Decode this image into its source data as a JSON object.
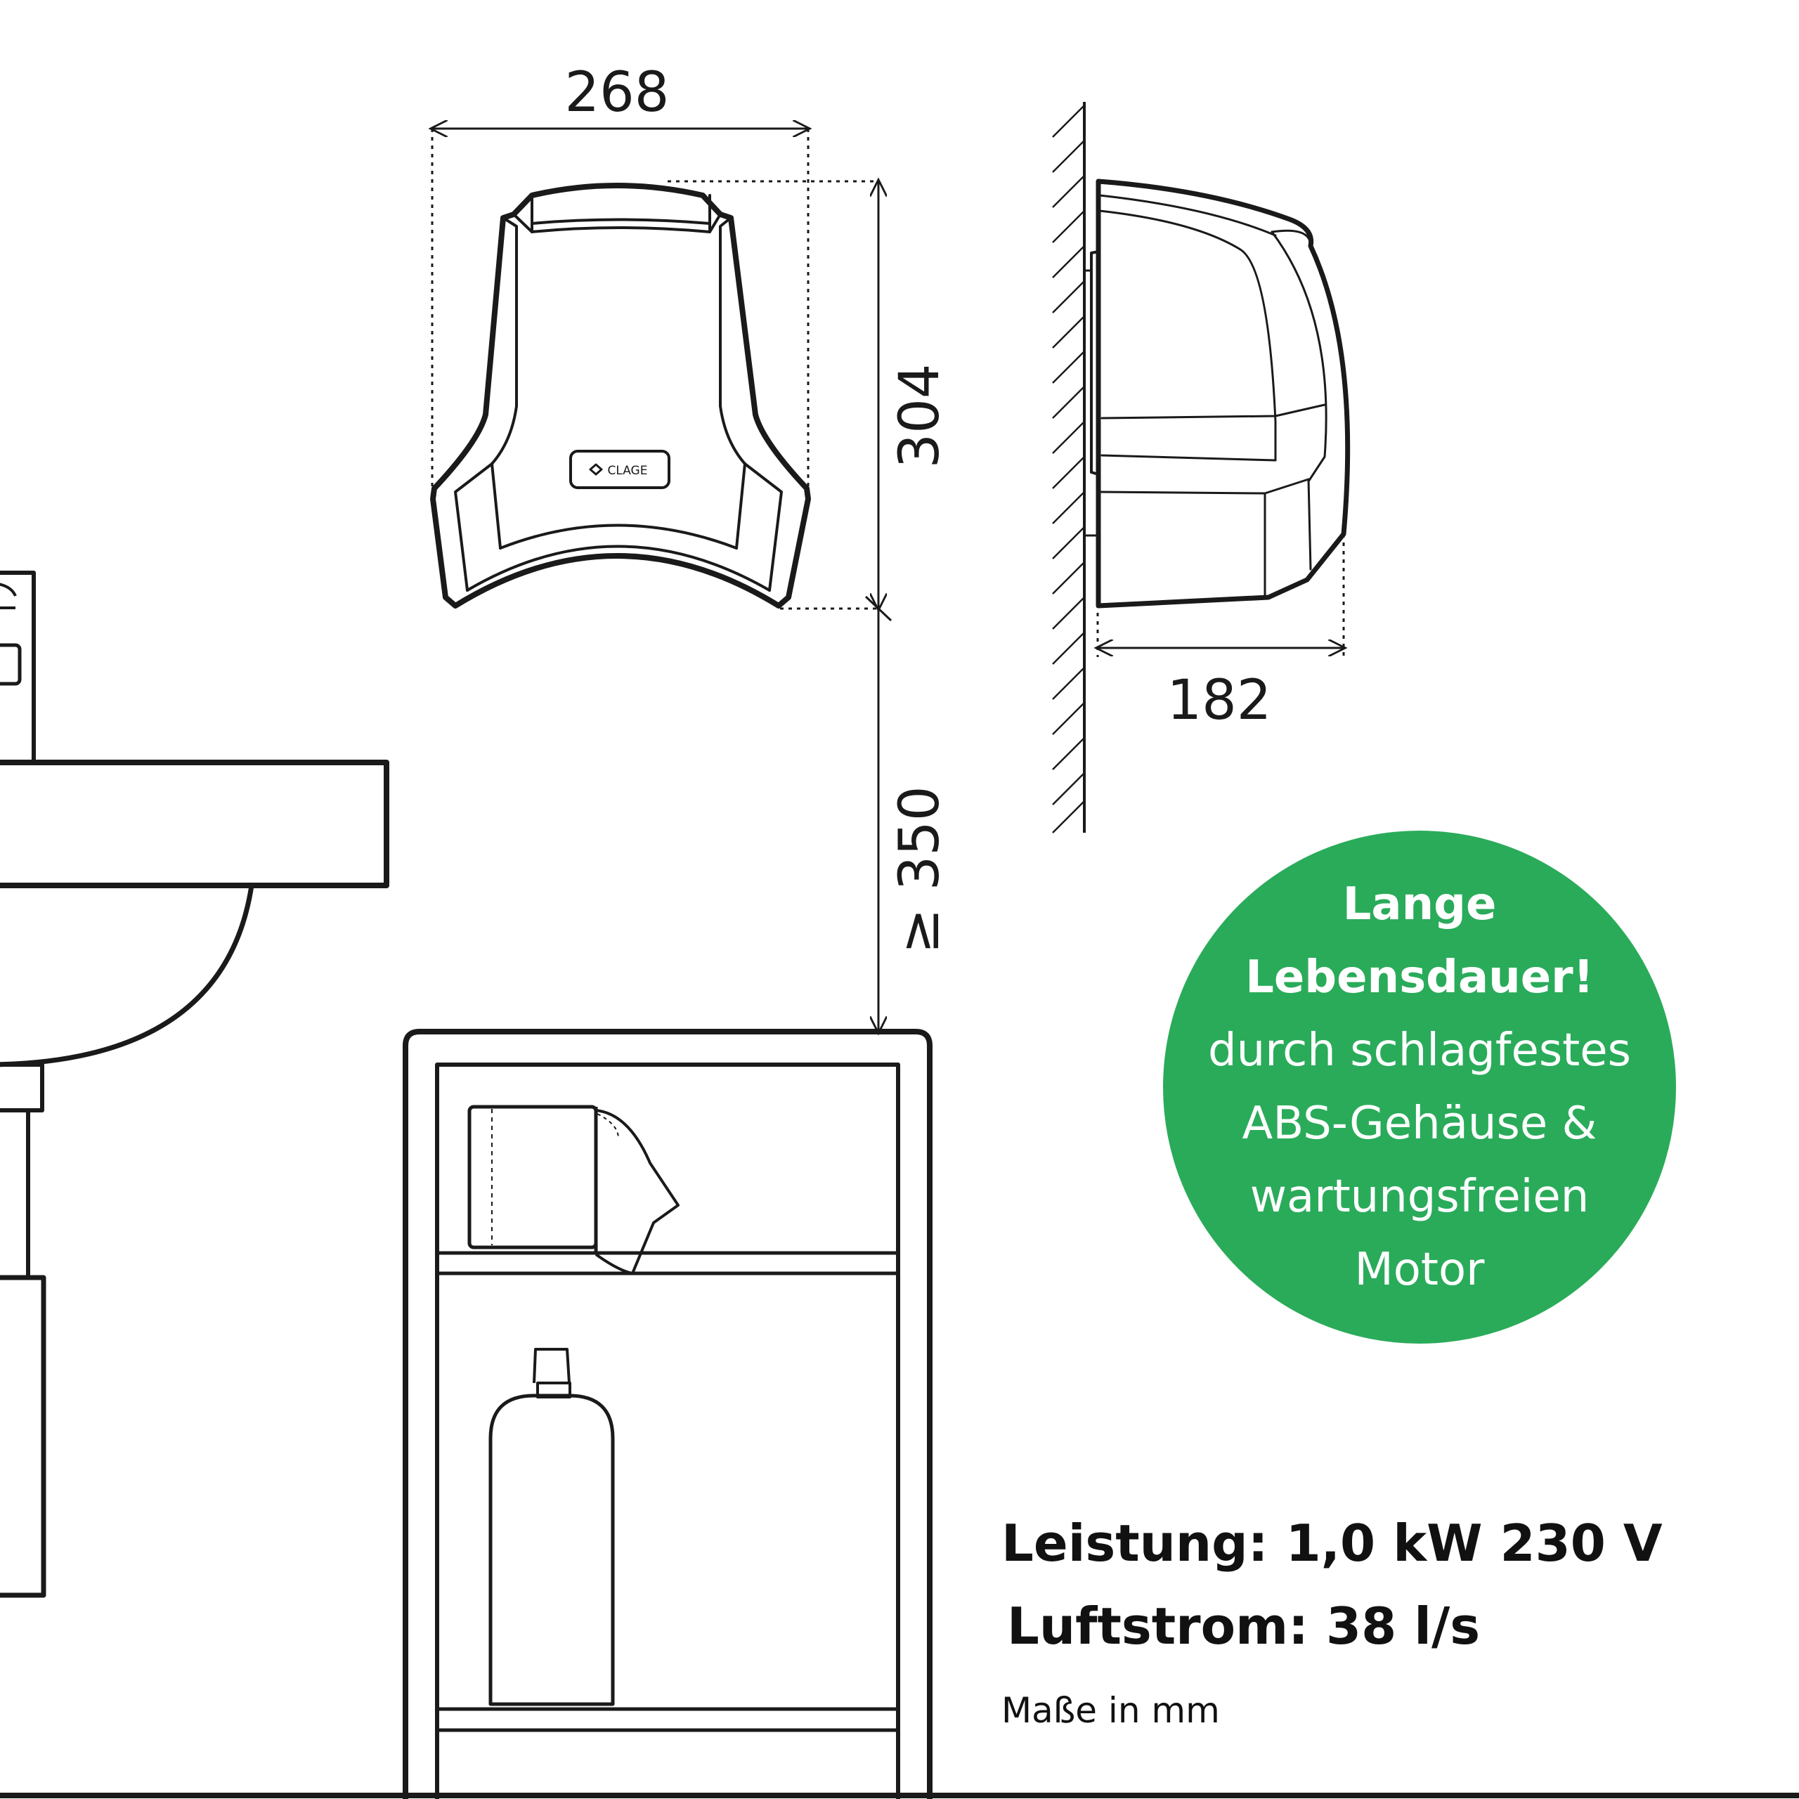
{
  "colors": {
    "badge_green": "#2aab5a",
    "line": "#1a1a1a",
    "background": "#ffffff"
  },
  "dimensions": {
    "width": "268",
    "height": "304",
    "mount_height": "≥ 350",
    "depth": "182"
  },
  "logo": {
    "text": "CLAGE"
  },
  "badge": {
    "lines_bold": [
      "Lange",
      "Lebensdauer!"
    ],
    "lines_regular": [
      "durch schlagfestes",
      "ABS-Gehäuse &",
      "wartungsfreien",
      "Motor"
    ]
  },
  "specs": {
    "power": "Leistung: 1,0 kW 230 V",
    "airflow": "Luftstrom: 38 l/s",
    "unit_note": "Maße in mm"
  }
}
